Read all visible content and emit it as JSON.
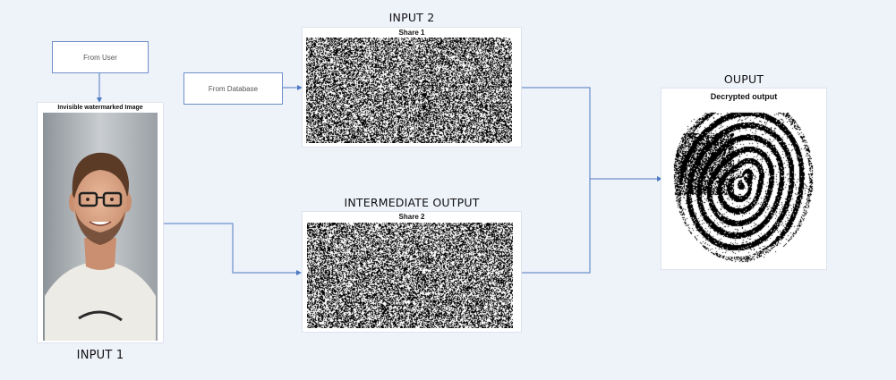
{
  "diagram": {
    "from_user_label": "From User",
    "from_database_label": "From Database",
    "input1": {
      "heading": "INPUT 1",
      "image_title": "Invisible watermarked Image"
    },
    "input2": {
      "heading": "INPUT 2",
      "share_title": "Share 1"
    },
    "intermediate": {
      "heading": "INTERMEDIATE OUTPUT",
      "share_title": "Share 2"
    },
    "output": {
      "heading": "OUPUT",
      "image_title": "Decrypted output"
    }
  },
  "colors": {
    "background": "#eef2f9",
    "arrow": "#4f7bc4",
    "box_border": "#6f8fc9"
  }
}
